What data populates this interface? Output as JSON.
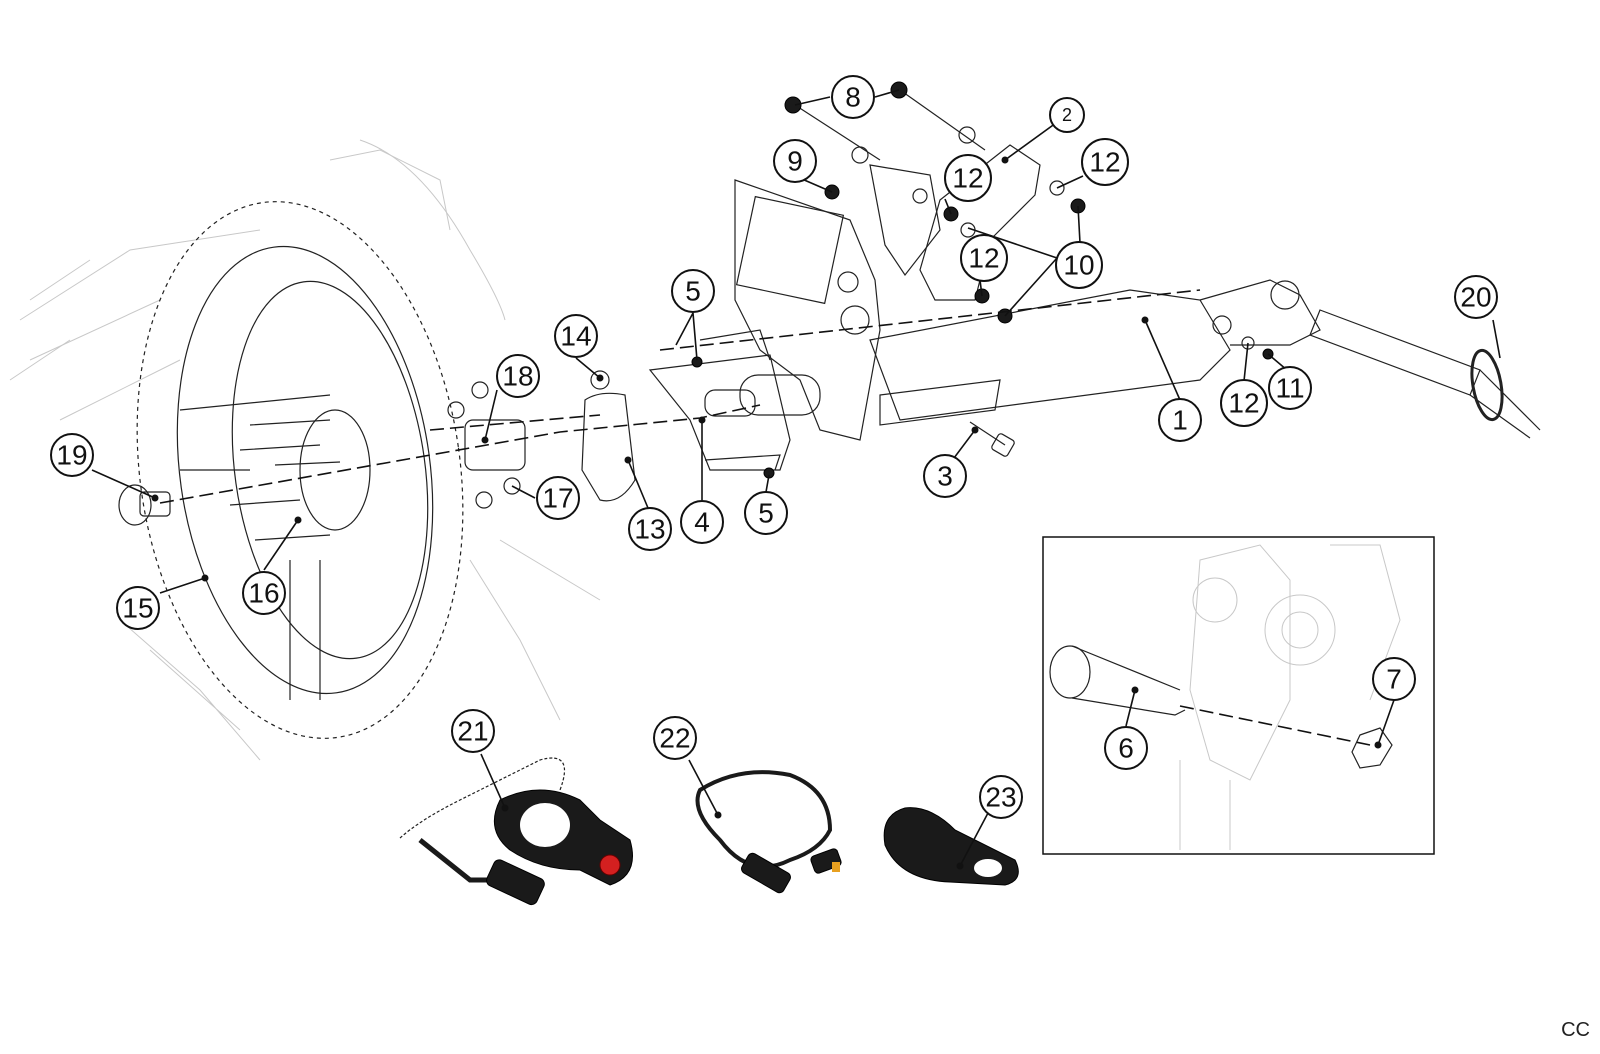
{
  "callouts": [
    {
      "id": "c1",
      "label": "1"
    },
    {
      "id": "c2",
      "label": "2"
    },
    {
      "id": "c3",
      "label": "3"
    },
    {
      "id": "c4",
      "label": "4"
    },
    {
      "id": "c5a",
      "label": "5"
    },
    {
      "id": "c5b",
      "label": "5"
    },
    {
      "id": "c6",
      "label": "6"
    },
    {
      "id": "c7",
      "label": "7"
    },
    {
      "id": "c8",
      "label": "8"
    },
    {
      "id": "c9",
      "label": "9"
    },
    {
      "id": "c10",
      "label": "10"
    },
    {
      "id": "c11",
      "label": "11"
    },
    {
      "id": "c12a",
      "label": "12"
    },
    {
      "id": "c12b",
      "label": "12"
    },
    {
      "id": "c12c",
      "label": "12"
    },
    {
      "id": "c12d",
      "label": "12"
    },
    {
      "id": "c13",
      "label": "13"
    },
    {
      "id": "c14",
      "label": "14"
    },
    {
      "id": "c15",
      "label": "15"
    },
    {
      "id": "c16",
      "label": "16"
    },
    {
      "id": "c17",
      "label": "17"
    },
    {
      "id": "c18",
      "label": "18"
    },
    {
      "id": "c19",
      "label": "19"
    },
    {
      "id": "c20",
      "label": "20"
    },
    {
      "id": "c21",
      "label": "21"
    },
    {
      "id": "c22",
      "label": "22"
    },
    {
      "id": "c23",
      "label": "23"
    }
  ],
  "corner_code": "CC",
  "colors": {
    "line": "#111111",
    "faint": "#c8c8c8",
    "button_red": "#d42020"
  }
}
